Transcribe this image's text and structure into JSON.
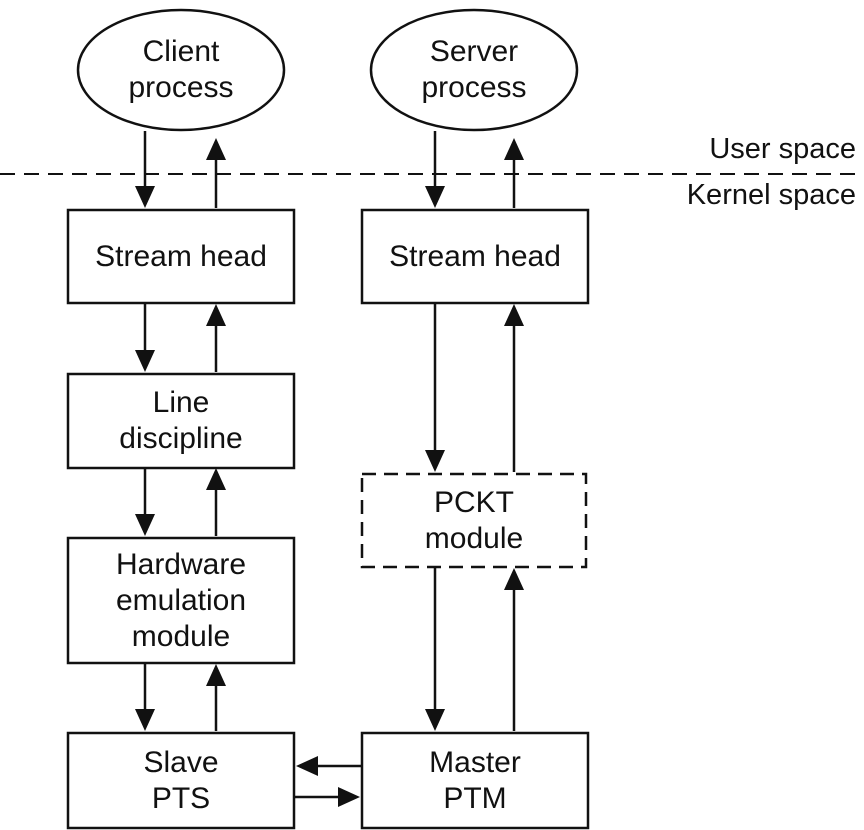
{
  "processes": {
    "client": [
      "Client",
      "process"
    ],
    "server": [
      "Server",
      "process"
    ]
  },
  "boundary": {
    "user_space": "User space",
    "kernel_space": "Kernel space"
  },
  "client_stack": {
    "stream_head": [
      "Stream head"
    ],
    "line_discipline": [
      "Line",
      "discipline"
    ],
    "hardware_emulation": [
      "Hardware",
      "emulation",
      "module"
    ],
    "slave_pts": [
      "Slave",
      "PTS"
    ]
  },
  "server_stack": {
    "stream_head": [
      "Stream head"
    ],
    "pckt_module": [
      "PCKT",
      "module"
    ],
    "master_ptm": [
      "Master",
      "PTM"
    ]
  }
}
